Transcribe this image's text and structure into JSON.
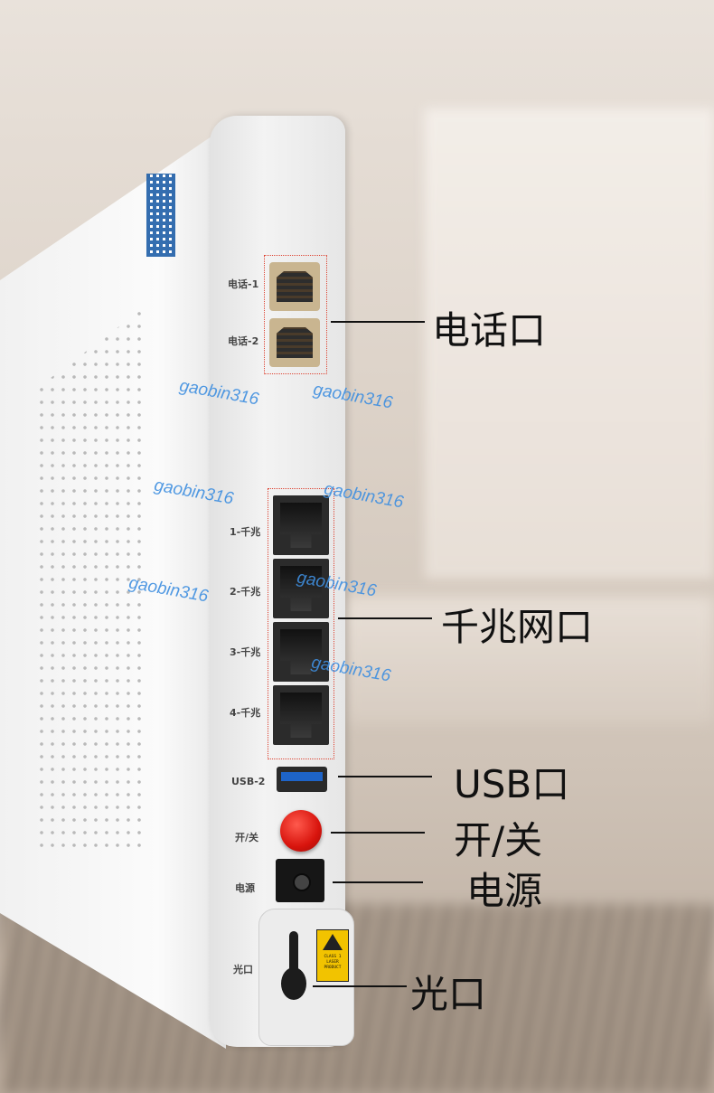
{
  "port_labels": {
    "phone1": "电话-1",
    "phone2": "电话-2",
    "lan1": "1-千兆",
    "lan2": "2-千兆",
    "lan3": "3-千兆",
    "lan4": "4-千兆",
    "usb": "USB-2",
    "power_switch": "开/关",
    "power": "电源",
    "optical": "光口"
  },
  "callouts": {
    "phone": "电话口",
    "gigabit": "千兆网口",
    "usb": "USB口",
    "switch": "开/关",
    "power": "电源",
    "optical": "光口"
  },
  "watermark": "gaobin316",
  "laser_sticker": "CLASS 1\nLASER\nPRODUCT",
  "colors": {
    "callout_line": "#111111",
    "highlight_frame": "#dd4433",
    "watermark": "#3f8fe0",
    "power_button": "#d8140d",
    "usb_tongue": "#1e64c8"
  }
}
